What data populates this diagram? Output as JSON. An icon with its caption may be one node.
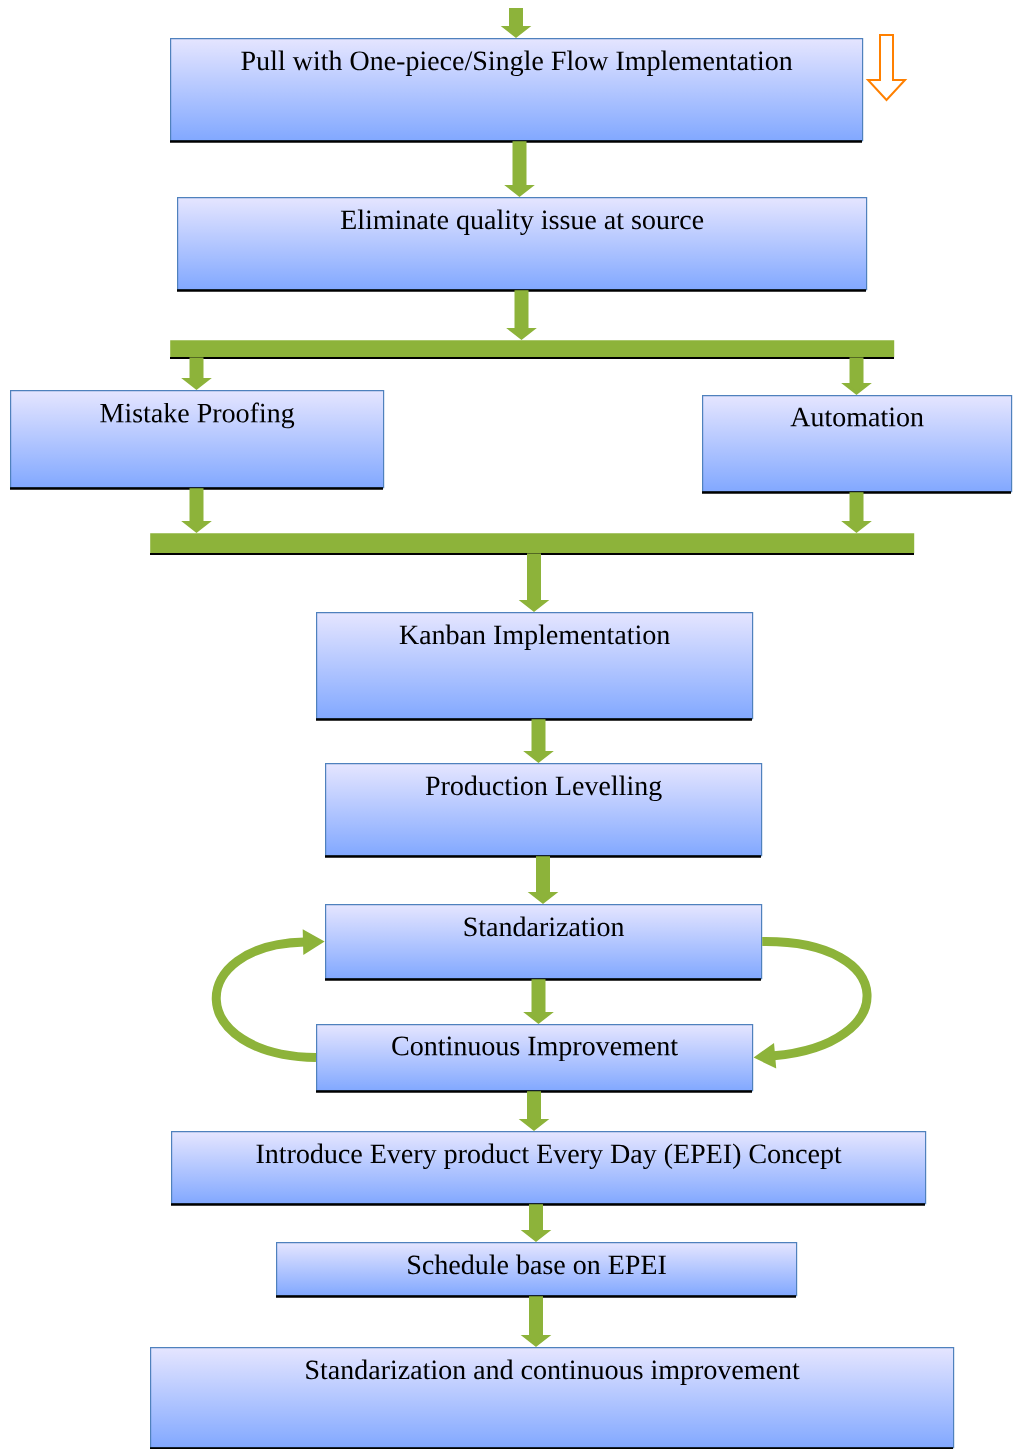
{
  "diagram": {
    "nodes": [
      {
        "text": [
          "Pull with One-piece/Single Flow Implementation"
        ]
      },
      {
        "text": [
          "Eliminate quality issue at source"
        ]
      },
      {
        "text": [],
        "shape": "bar"
      },
      {
        "text": [
          "Mistake Proofing"
        ]
      },
      {
        "text": [
          "Automation"
        ]
      },
      {
        "text": [],
        "shape": "bar"
      },
      {
        "text": [
          "Kanban Implementation"
        ]
      },
      {
        "text": [
          "Production Levelling"
        ]
      },
      {
        "text": [
          "Standarization"
        ]
      },
      {
        "text": [
          "Continuous Improvement"
        ]
      },
      {
        "text": [
          "Introduce Every product Every Day (EPEI) Concept"
        ]
      },
      {
        "text": [
          "Schedule base on EPEI"
        ]
      },
      {
        "text": [
          "Standarization and continuous improvement"
        ]
      }
    ],
    "edges": [
      {
        "from": null,
        "to": 0,
        "arrow": "to"
      },
      {
        "from": 0,
        "to": 1,
        "arrow": "to"
      },
      {
        "from": 1,
        "to": 2,
        "arrow": "to"
      },
      {
        "from": 2,
        "to": 3,
        "arrow": "to"
      },
      {
        "from": 2,
        "to": 4,
        "arrow": "to"
      },
      {
        "from": 3,
        "to": 5,
        "arrow": "to"
      },
      {
        "from": 4,
        "to": 5,
        "arrow": "to"
      },
      {
        "from": 5,
        "to": 6,
        "arrow": "to"
      },
      {
        "from": 6,
        "to": 7,
        "arrow": "to"
      },
      {
        "from": 7,
        "to": 8,
        "arrow": "to"
      },
      {
        "from": 8,
        "to": 9,
        "arrow": "to"
      },
      {
        "from": 9,
        "to": 8,
        "arrow": "to"
      },
      {
        "from": 8,
        "to": 9,
        "arrow": "to"
      },
      {
        "from": 9,
        "to": 10,
        "arrow": "to"
      },
      {
        "from": 10,
        "to": 11,
        "arrow": "to"
      },
      {
        "from": 11,
        "to": 12,
        "arrow": "to"
      }
    ]
  }
}
